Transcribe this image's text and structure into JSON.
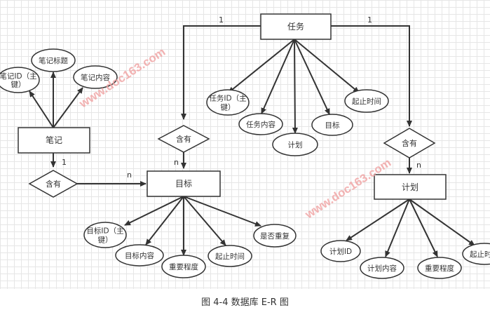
{
  "caption": "图 4-4 数据库 E-R 图",
  "watermark": "www.doc163.com",
  "colors": {
    "line": "#333333",
    "grid": "#e6e6e6",
    "watermark": "#f0a3a3"
  },
  "entities": {
    "task": "任务",
    "note": "笔记",
    "goal": "目标",
    "plan": "计划"
  },
  "relationships": {
    "task_goal": "含有",
    "note_goal": "含有",
    "task_plan": "含有"
  },
  "cardinality": {
    "task_goal_one": "1",
    "task_plan_one": "1",
    "note_goal_one": "1",
    "note_goal_many": "n",
    "task_goal_many": "n",
    "task_plan_many": "n"
  },
  "attributes": {
    "note": [
      "笔记标题",
      "笔记内容",
      "笔记ID（主键）"
    ],
    "task": [
      "任务ID（主键）",
      "任务内容",
      "计划",
      "目标",
      "起止时间"
    ],
    "goal": [
      "目标ID（主键）",
      "目标内容",
      "重要程度",
      "起止时间",
      "是否重复"
    ],
    "plan": [
      "计划ID",
      "计划内容",
      "重要程度",
      "起止时间"
    ]
  }
}
